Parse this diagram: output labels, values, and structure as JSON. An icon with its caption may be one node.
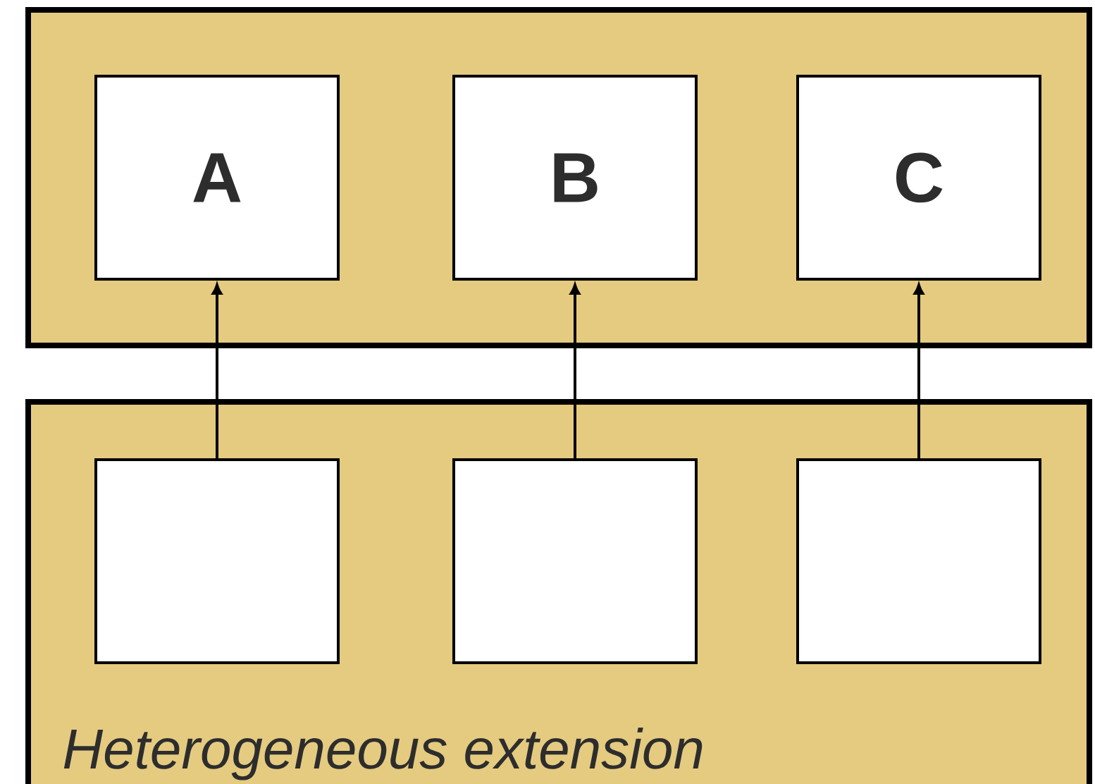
{
  "diagram": {
    "nodes": [
      {
        "text": [],
        "shape": "box"
      },
      {
        "text": [
          "A"
        ],
        "in": 0
      },
      {
        "text": [
          "B"
        ],
        "in": 0
      },
      {
        "text": [
          "C"
        ],
        "in": 0
      },
      {
        "text": [
          "Heterogeneous extension"
        ]
      },
      {
        "text": [],
        "shape": "box",
        "in": 4
      },
      {
        "text": [],
        "shape": "box",
        "in": 4
      },
      {
        "text": [],
        "shape": "box",
        "in": 4
      }
    ],
    "edges": [
      {
        "from": 5,
        "to": 1,
        "arrow": "to"
      },
      {
        "from": 6,
        "to": 2,
        "arrow": "to"
      },
      {
        "from": 7,
        "to": 3,
        "arrow": "to"
      }
    ]
  }
}
